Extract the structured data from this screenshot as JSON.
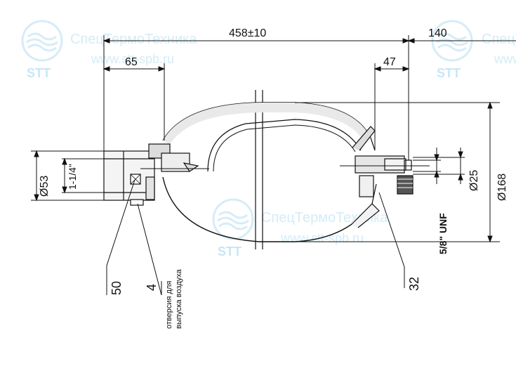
{
  "watermark": {
    "logo_text": "STT",
    "company": "СпецТермоТехника",
    "url": "www.stt-spb.ru",
    "color": "#cfe8f6"
  },
  "dimensions": {
    "overall_length": "458±10",
    "right_end_length": "140",
    "left_port_length": "65",
    "right_port_length": "47",
    "left_diameter": "Ø53",
    "left_thread": "1-1/4\"",
    "right_diameter": "Ø25",
    "right_thread": "5/8\" UNF",
    "body_diameter": "Ø168"
  },
  "callouts": {
    "item_50": "50",
    "item_4": "4",
    "item_32": "32",
    "air_vent_line1": "отверсия для",
    "air_vent_line2": "выпуска воздуха"
  }
}
